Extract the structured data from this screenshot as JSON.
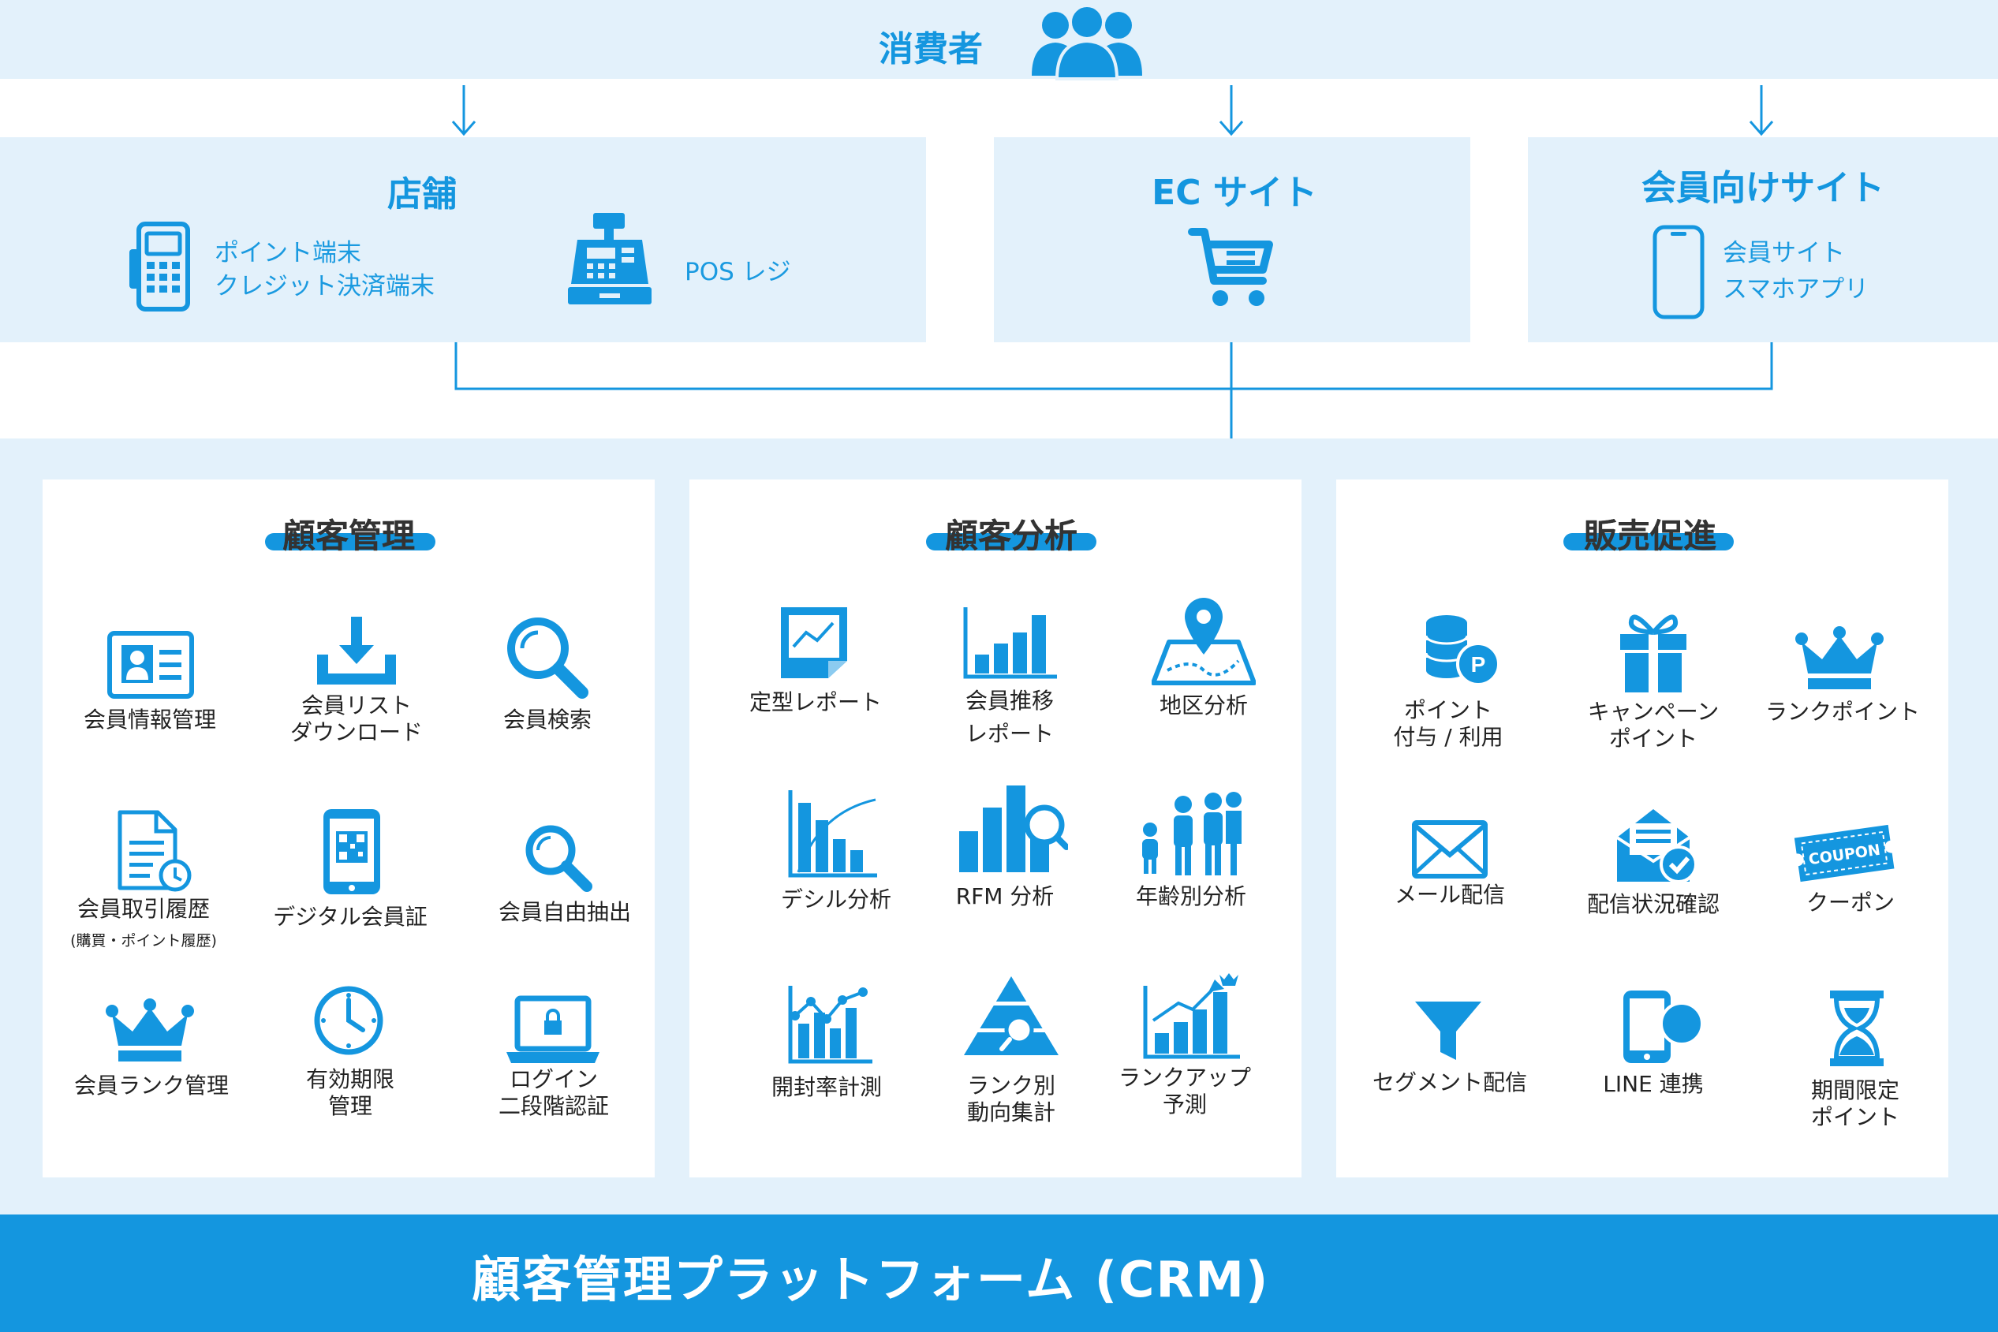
{
  "consumer": {
    "title": "消費者"
  },
  "channels": {
    "store": {
      "title": "店舗",
      "terminal_line1": "ポイント端末",
      "terminal_line2": "クレジット決済端末",
      "pos_label": "POS レジ"
    },
    "ec": {
      "title": "EC サイト"
    },
    "member_site": {
      "title": "会員向けサイト",
      "line1": "会員サイト",
      "line2": "スマホアプリ"
    }
  },
  "sections": {
    "customer_management": {
      "title": "顧客管理",
      "items": [
        {
          "line1": "会員情報管理"
        },
        {
          "line1": "会員リスト",
          "line2": "ダウンロード"
        },
        {
          "line1": "会員検索"
        },
        {
          "line1": "会員取引履歴",
          "note": "(購買・ポイント履歴)"
        },
        {
          "line1": "デジタル会員証"
        },
        {
          "line1": "会員自由抽出"
        },
        {
          "line1": "会員ランク管理"
        },
        {
          "line1": "有効期限",
          "line2": "管理"
        },
        {
          "line1": "ログイン",
          "line2": "二段階認証"
        }
      ]
    },
    "customer_analysis": {
      "title": "顧客分析",
      "items": [
        {
          "line1": "定型レポート"
        },
        {
          "line1": "会員推移",
          "line2": "レポート"
        },
        {
          "line1": "地区分析"
        },
        {
          "line1": "デシル分析"
        },
        {
          "line1": "RFM 分析"
        },
        {
          "line1": "年齢別分析"
        },
        {
          "line1": "開封率計測"
        },
        {
          "line1": "ランク別",
          "line2": "動向集計"
        },
        {
          "line1": "ランクアップ",
          "line2": "予測"
        }
      ]
    },
    "sales_promotion": {
      "title": "販売促進",
      "items": [
        {
          "line1": "ポイント",
          "line2": "付与 / 利用"
        },
        {
          "line1": "キャンペーン",
          "line2": "ポイント"
        },
        {
          "line1": "ランクポイント"
        },
        {
          "line1": "メール配信"
        },
        {
          "line1": "配信状況確認"
        },
        {
          "line1": "クーポン"
        },
        {
          "line1": "セグメント配信"
        },
        {
          "line1": "LINE 連携"
        },
        {
          "line1": "期間限定",
          "line2": "ポイント"
        }
      ],
      "coupon_text": "COUPON"
    }
  },
  "footer": {
    "title": "顧客管理プラットフォーム (CRM)"
  },
  "colors": {
    "accent": "#1496df",
    "band": "#e3f1fb",
    "text": "#2d2d2d"
  }
}
